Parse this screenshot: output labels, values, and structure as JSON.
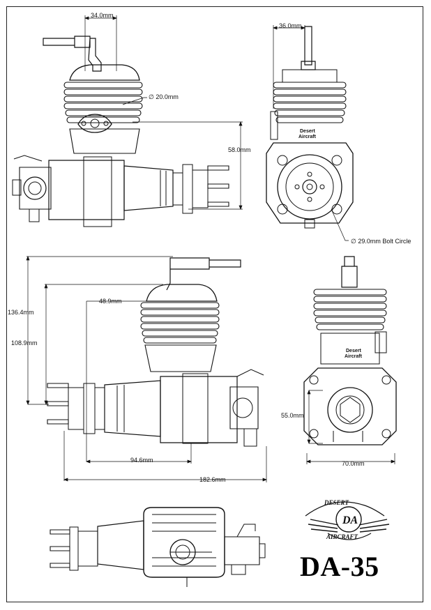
{
  "dimensions": {
    "d1": "34.0mm",
    "d2": "∅ 20.0mm",
    "d3": "58.0mm",
    "d4": "36.0mm",
    "d5": "∅ 29.0mm Bolt Circle",
    "d6": "136.4mm",
    "d7": "108.9mm",
    "d8": "48.9mm",
    "d9": "94.6mm",
    "d10": "182.6mm",
    "d11": "55.0mm",
    "d12": "70.0mm"
  },
  "label_desert_aircraft": [
    "Desert",
    "Aircraft"
  ],
  "logo": {
    "top": "DESERT",
    "bottom": "AIRCRAFT",
    "mark": "DA"
  },
  "model": "DA-35",
  "colors": {
    "ink": "#111111",
    "paper": "#ffffff"
  }
}
